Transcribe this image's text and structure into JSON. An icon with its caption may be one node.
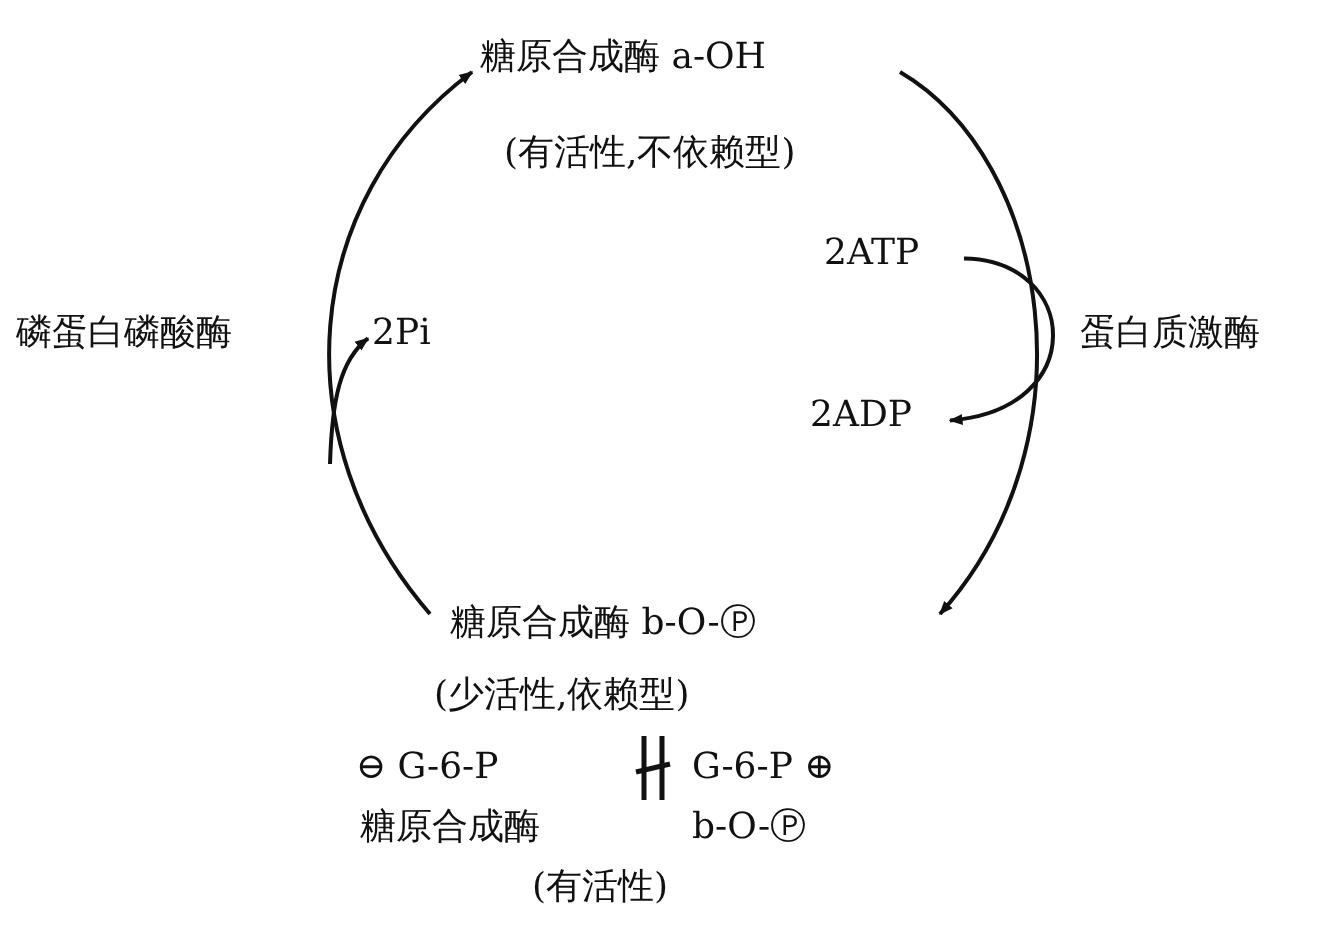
{
  "diagram": {
    "nodes": [
      {
        "text": [
          "糖原合成酶 a-OH",
          "(有活性,不依赖型)"
        ]
      },
      {
        "text": [
          "糖原合成酶 b-O-Ⓟ",
          "(少活性,依赖型)"
        ]
      },
      {
        "text": [
          "2ATP"
        ]
      },
      {
        "text": [
          "2ADP"
        ]
      },
      {
        "text": [
          "2Pi"
        ]
      }
    ],
    "edges": [
      {
        "from": 0,
        "to": 1,
        "arrow": "to"
      },
      {
        "from": 1,
        "to": 0,
        "arrow": "to"
      },
      {
        "from": 2,
        "to": 3,
        "arrow": "to"
      },
      {
        "from": null,
        "to": 4,
        "arrow": "to"
      }
    ],
    "labels": [
      "磷蛋白磷酸酶",
      "蛋白质激酶",
      "⊖ G-6-P",
      "G-6-P ⊕",
      "糖原合成酶",
      "b-O-Ⓟ",
      "(有活性)"
    ]
  }
}
